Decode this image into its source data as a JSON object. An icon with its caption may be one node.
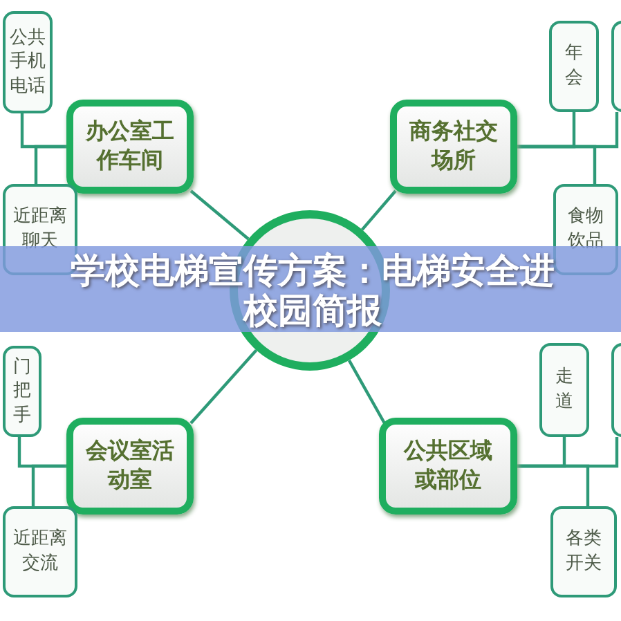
{
  "diagram": {
    "title": "学校电梯宣传方案：电梯安全进校园简报",
    "nodes": [
      {
        "text": [],
        "shape": "circle"
      },
      {
        "text": [
          "办公室工作车间"
        ]
      },
      {
        "text": [
          "公共手机电话"
        ]
      },
      {
        "text": [
          "近距离聊天"
        ]
      },
      {
        "text": [
          "商务社交场所"
        ]
      },
      {
        "text": [
          "年会"
        ]
      },
      {
        "text": [],
        "shape": "box"
      },
      {
        "text": [
          "食物饮品"
        ]
      },
      {
        "text": [
          "会议室活动室"
        ]
      },
      {
        "text": [
          "门把手"
        ]
      },
      {
        "text": [
          "近距离交流"
        ]
      },
      {
        "text": [
          "公共区域或部位"
        ]
      },
      {
        "text": [
          "走道"
        ]
      },
      {
        "text": [],
        "shape": "box"
      },
      {
        "text": [
          "各类开关"
        ]
      }
    ],
    "edges": [
      {
        "from": 0,
        "to": 1,
        "arrow": "none"
      },
      {
        "from": 0,
        "to": 4,
        "arrow": "none"
      },
      {
        "from": 0,
        "to": 8,
        "arrow": "none"
      },
      {
        "from": 0,
        "to": 11,
        "arrow": "none"
      },
      {
        "from": 1,
        "to": 2,
        "arrow": "none"
      },
      {
        "from": 1,
        "to": 3,
        "arrow": "none"
      },
      {
        "from": 4,
        "to": 5,
        "arrow": "none"
      },
      {
        "from": 4,
        "to": 6,
        "arrow": "none"
      },
      {
        "from": 4,
        "to": 7,
        "arrow": "none"
      },
      {
        "from": 8,
        "to": 9,
        "arrow": "none"
      },
      {
        "from": 8,
        "to": 10,
        "arrow": "none"
      },
      {
        "from": 11,
        "to": 12,
        "arrow": "none"
      },
      {
        "from": 11,
        "to": 13,
        "arrow": "none"
      },
      {
        "from": 11,
        "to": 14,
        "arrow": "none"
      }
    ]
  }
}
